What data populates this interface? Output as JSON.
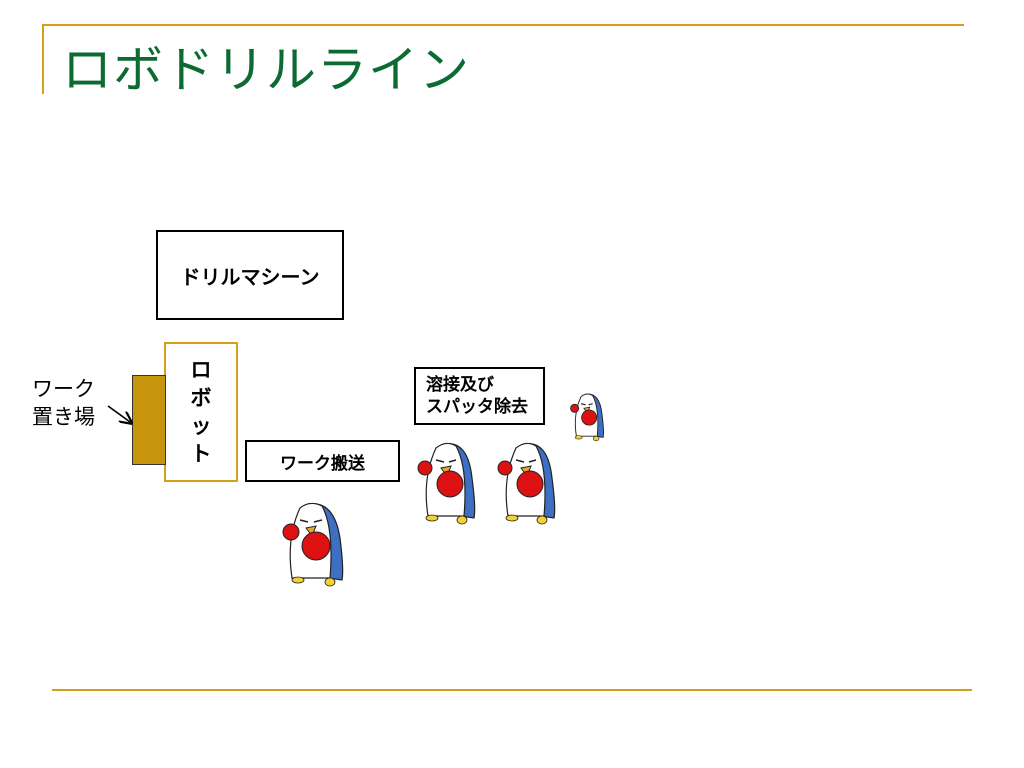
{
  "slide": {
    "title": "ロボドリルライン"
  },
  "diagram": {
    "drill_machine_label": "ドリルマシーン",
    "robot_label": "ロボット",
    "work_station_label_line1": "ワーク",
    "work_station_label_line2": "置き場",
    "conveyor_label": "ワーク搬送",
    "weld_label": "溶接及び\nスパッタ除去"
  },
  "colors": {
    "title_text": "#0b6b33",
    "accent_rule": "#d4a017",
    "work_station_fill": "#c8960c",
    "penguin_glove": "#dd1111",
    "penguin_body": "#3d6fc2"
  },
  "icons": {
    "worker": "penguin-worker-icon"
  }
}
